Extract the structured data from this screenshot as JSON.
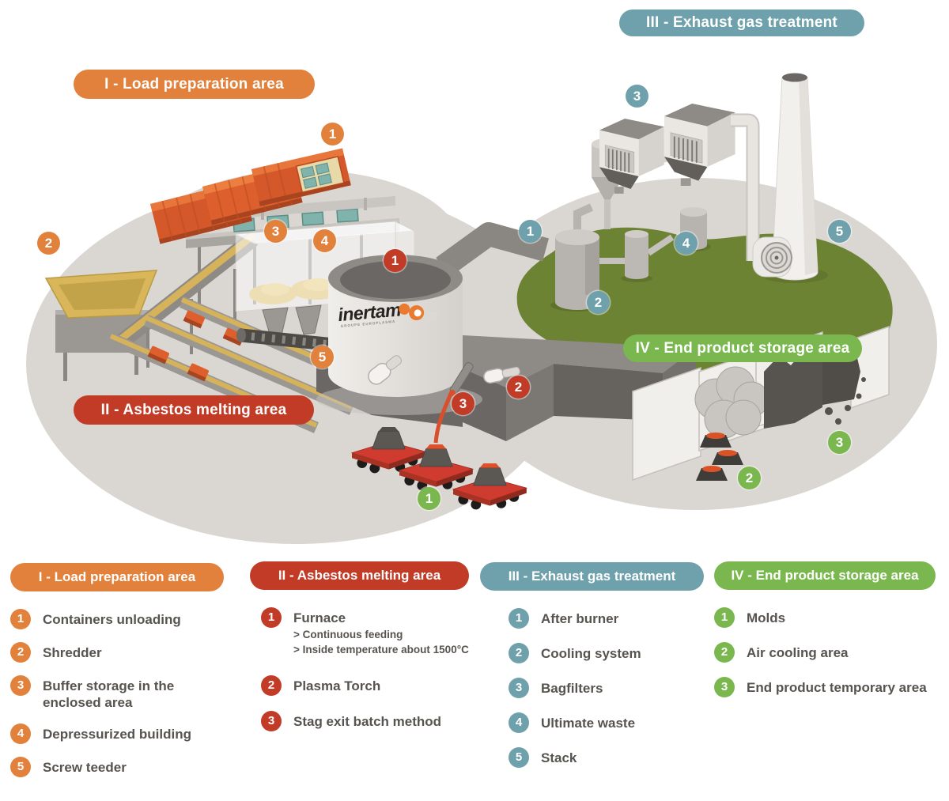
{
  "brand": {
    "logo_text": "inertam",
    "logo_tagline": "GROUPE EUROPLASMA",
    "logo_accent": "#e87b30"
  },
  "palette": {
    "area_1_orange": "#e2813c",
    "area_2_red": "#c23b27",
    "area_3_teal": "#6fa1ad",
    "area_4_green": "#7ab84f",
    "ground_grey": "#dad6d1",
    "grass_green": "#6d8334",
    "text_grey": "#57534e"
  },
  "scene": {
    "banners": [
      {
        "label": "I - Load preparation area"
      },
      {
        "label": "II - Asbestos melting area"
      },
      {
        "label": "III - Exhaust gas treatment"
      },
      {
        "label": "IV - End product storage area"
      }
    ],
    "markers": [
      {
        "area": "load-preparation",
        "num": "1"
      },
      {
        "area": "load-preparation",
        "num": "2"
      },
      {
        "area": "load-preparation",
        "num": "3"
      },
      {
        "area": "load-preparation",
        "num": "4"
      },
      {
        "area": "load-preparation",
        "num": "5"
      },
      {
        "area": "asbestos-melting",
        "num": "1"
      },
      {
        "area": "asbestos-melting",
        "num": "2"
      },
      {
        "area": "asbestos-melting",
        "num": "3"
      },
      {
        "area": "exhaust-gas-treatment",
        "num": "1"
      },
      {
        "area": "exhaust-gas-treatment",
        "num": "2"
      },
      {
        "area": "exhaust-gas-treatment",
        "num": "3"
      },
      {
        "area": "exhaust-gas-treatment",
        "num": "4"
      },
      {
        "area": "exhaust-gas-treatment",
        "num": "5"
      },
      {
        "area": "end-product-storage",
        "num": "1"
      },
      {
        "area": "end-product-storage",
        "num": "2"
      },
      {
        "area": "end-product-storage",
        "num": "3"
      }
    ]
  },
  "legend": {
    "columns": [
      {
        "title": "I - Load preparation area",
        "items": [
          {
            "num": "1",
            "label": "Containers unloading"
          },
          {
            "num": "2",
            "label": "Shredder"
          },
          {
            "num": "3",
            "label": "Buffer storage in the enclosed area"
          },
          {
            "num": "4",
            "label": "Depressurized building"
          },
          {
            "num": "5",
            "label": "Screw teeder"
          }
        ]
      },
      {
        "title": "II - Asbestos melting area",
        "items": [
          {
            "num": "1",
            "label": "Furnace",
            "sublines": [
              "> Continuous feeding",
              "> Inside temperature about 1500°C"
            ]
          },
          {
            "num": "2",
            "label": "Plasma Torch"
          },
          {
            "num": "3",
            "label": "Stag exit batch method"
          }
        ]
      },
      {
        "title": "III - Exhaust gas treatment",
        "items": [
          {
            "num": "1",
            "label": "After burner"
          },
          {
            "num": "2",
            "label": "Cooling system"
          },
          {
            "num": "3",
            "label": "Bagfilters"
          },
          {
            "num": "4",
            "label": "Ultimate waste"
          },
          {
            "num": "5",
            "label": "Stack"
          }
        ]
      },
      {
        "title": "IV - End product storage area",
        "items": [
          {
            "num": "1",
            "label": "Molds"
          },
          {
            "num": "2",
            "label": "Air cooling area"
          },
          {
            "num": "3",
            "label": "End product temporary area"
          }
        ]
      }
    ]
  }
}
